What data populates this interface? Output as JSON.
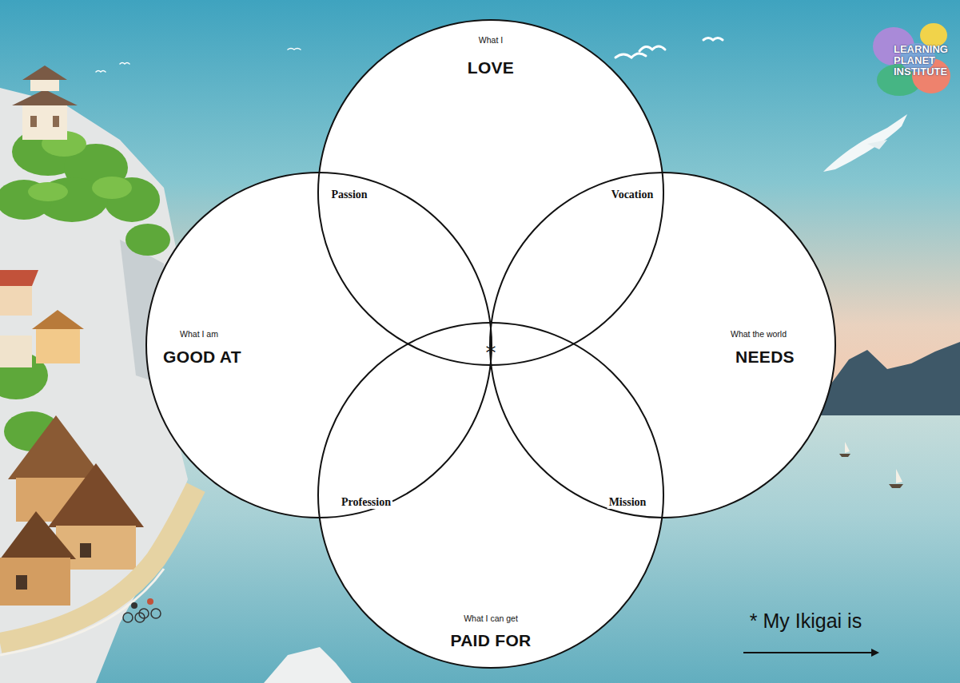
{
  "diagram": {
    "nodes": [
      {
        "text": [
          "What I",
          "LOVE"
        ]
      },
      {
        "text": [
          "What I am",
          "GOOD AT"
        ]
      },
      {
        "text": [
          "What the world",
          "NEEDS"
        ]
      },
      {
        "text": [
          "What I can get",
          "PAID FOR"
        ]
      }
    ],
    "labels": [
      "Passion",
      "Vocation",
      "Profession",
      "Mission",
      "*",
      "* My Ikigai is",
      "LEARNING PLANET INSTITUTE"
    ]
  }
}
